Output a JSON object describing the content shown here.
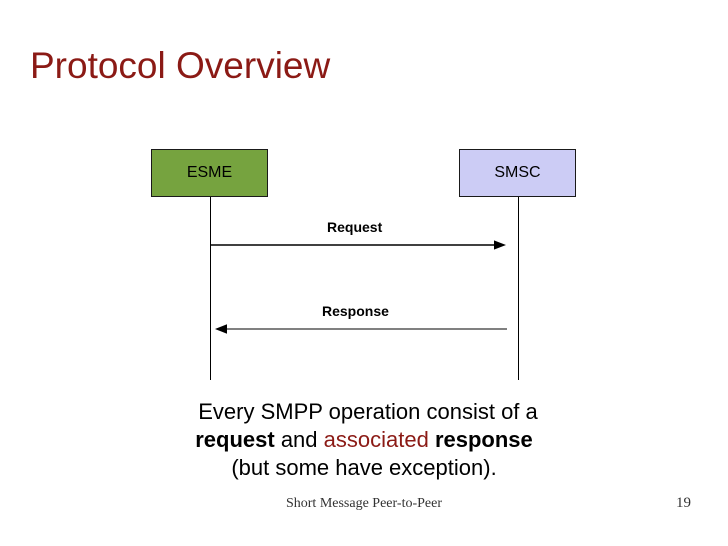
{
  "slide": {
    "title": "Protocol Overview",
    "title_color": "#8B1A15",
    "background": "#ffffff"
  },
  "diagram": {
    "type": "sequence-diagram",
    "nodes": [
      {
        "id": "esme",
        "label": "ESME",
        "fill": "#76A33F",
        "border": "#1a1a1a"
      },
      {
        "id": "smsc",
        "label": "SMSC",
        "fill": "#CCCCF5",
        "border": "#1a1a1a"
      }
    ],
    "messages": [
      {
        "id": "request",
        "label": "Request",
        "from": "esme",
        "to": "smsc",
        "direction": "right",
        "color": "#000000"
      },
      {
        "id": "response",
        "label": "Response",
        "from": "smsc",
        "to": "esme",
        "direction": "left",
        "color": "#808080"
      }
    ]
  },
  "body": {
    "line1": "Every SMPP operation consist of  a",
    "line2_a": "request",
    "line2_b": " and ",
    "line2_c": "associated",
    "line2_d": " response",
    "line3": "(but some have exception).",
    "accent_color": "#8B1A15"
  },
  "footer": {
    "note": "Short Message Peer-to-Peer",
    "page_number": "19"
  }
}
